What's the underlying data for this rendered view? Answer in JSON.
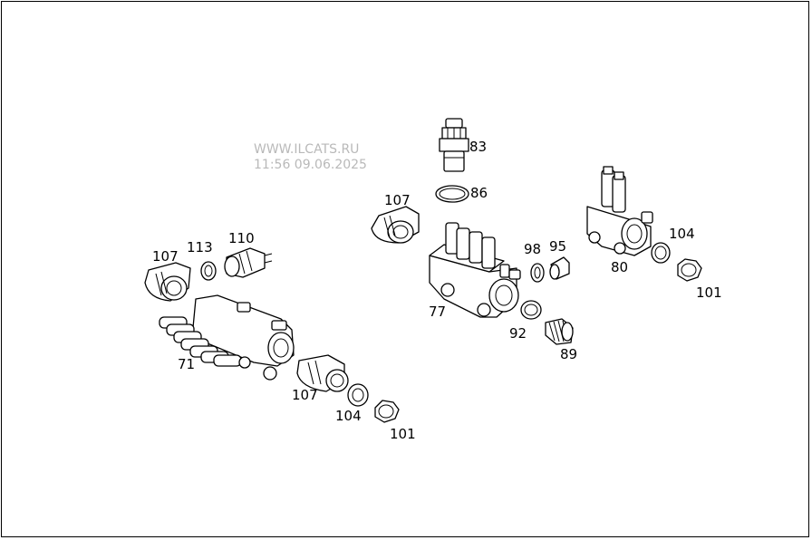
{
  "watermark": {
    "site": "WWW.ILCATS.RU",
    "timestamp": "11:56 09.06.2025"
  },
  "callouts": [
    {
      "id": "c83",
      "label": "83"
    },
    {
      "id": "c86",
      "label": "86"
    },
    {
      "id": "c107a",
      "label": "107"
    },
    {
      "id": "c77",
      "label": "77"
    },
    {
      "id": "c98",
      "label": "98"
    },
    {
      "id": "c95",
      "label": "95"
    },
    {
      "id": "c92",
      "label": "92"
    },
    {
      "id": "c89",
      "label": "89"
    },
    {
      "id": "c80",
      "label": "80"
    },
    {
      "id": "c104a",
      "label": "104"
    },
    {
      "id": "c101a",
      "label": "101"
    },
    {
      "id": "c107b",
      "label": "107"
    },
    {
      "id": "c113",
      "label": "113"
    },
    {
      "id": "c110",
      "label": "110"
    },
    {
      "id": "c71",
      "label": "71"
    },
    {
      "id": "c107c",
      "label": "107"
    },
    {
      "id": "c104b",
      "label": "104"
    },
    {
      "id": "c101b",
      "label": "101"
    }
  ]
}
